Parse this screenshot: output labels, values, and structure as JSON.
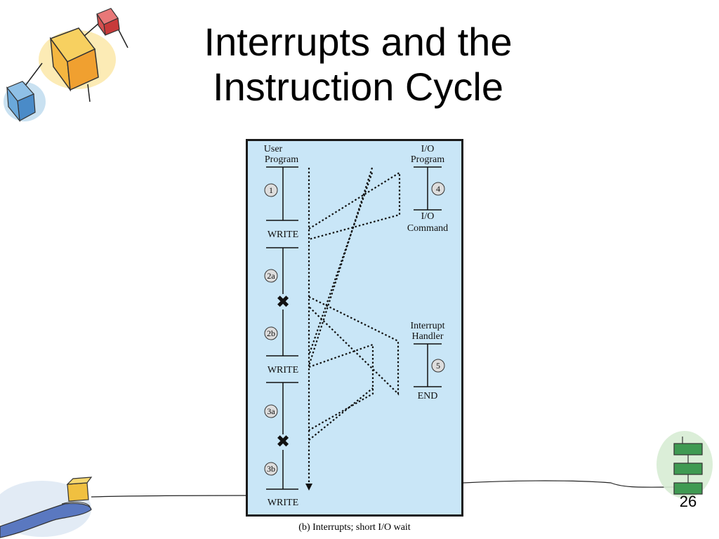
{
  "slide": {
    "title_line1": "Interrupts and the",
    "title_line2": "Instruction Cycle",
    "page_number": "26"
  },
  "diagram": {
    "user_program_label_1": "User",
    "user_program_label_2": "Program",
    "io_program_label_1": "I/O",
    "io_program_label_2": "Program",
    "io_command_label_1": "I/O",
    "io_command_label_2": "Command",
    "interrupt_handler_label_1": "Interrupt",
    "interrupt_handler_label_2": "Handler",
    "end_label": "END",
    "write_label_1": "WRITE",
    "write_label_2": "WRITE",
    "write_label_3": "WRITE",
    "step_1": "1",
    "step_2a": "2a",
    "step_2b": "2b",
    "step_3a": "3a",
    "step_3b": "3b",
    "step_4": "4",
    "step_5": "5",
    "caption": "(b) Interrupts; short I/O wait"
  },
  "colors": {
    "panel_background": "#c9e6f7",
    "panel_border": "#1a1a1a"
  }
}
